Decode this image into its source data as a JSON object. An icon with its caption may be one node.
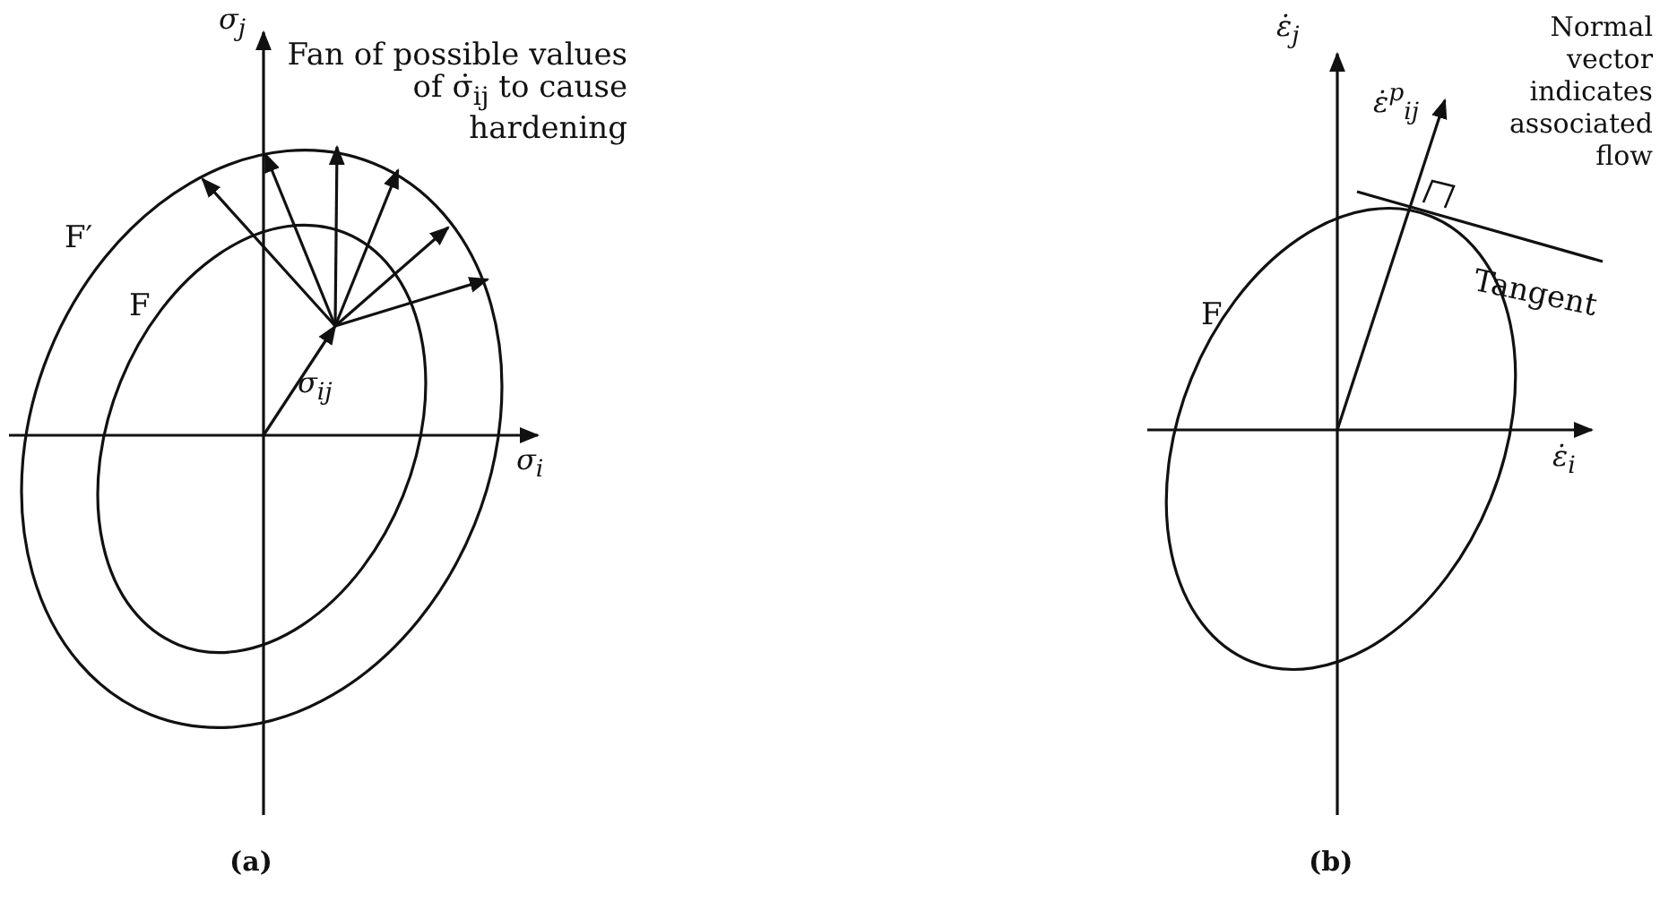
{
  "diagram": {
    "labels": [
      "σ$_{j}$",
      "Fan of possible values of σ̇$_{ij}$ to cause hardening",
      "F′",
      "F",
      "σ$_{ij}$",
      "σ$_{i}$",
      "ε̇$_{j}$",
      "Normal vector indicates associated flow",
      "ε̇$^{p}$$_{ij}$",
      "Tangent",
      "F",
      "ε̇$_{i}$",
      "(a)",
      "(b)"
    ]
  }
}
